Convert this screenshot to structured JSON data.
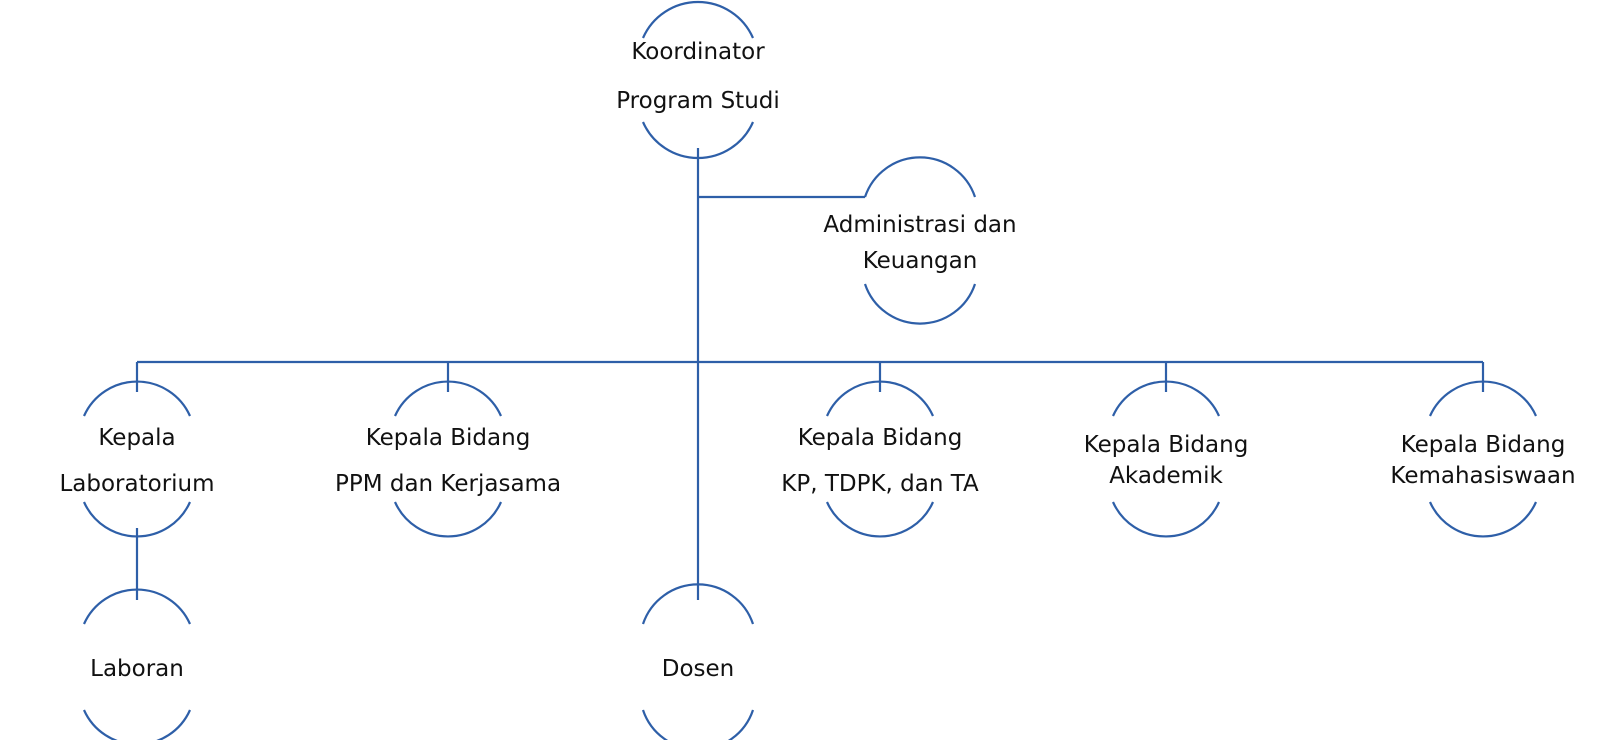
{
  "line_color": "#2E5FA8",
  "arc_color": "#2E5FA8",
  "text_color": "#111111",
  "nodes": {
    "koordinator": {
      "line1": "Koordinator",
      "line2": "Program Studi"
    },
    "administrasi": {
      "line1": "Administrasi dan",
      "line2": "Keuangan"
    },
    "lab": {
      "line1": "Kepala",
      "line2": "Laboratorium"
    },
    "ppm": {
      "line1": "Kepala Bidang",
      "line2": "PPM dan Kerjasama"
    },
    "kp": {
      "line1": "Kepala Bidang",
      "line2": "KP, TDPK, dan TA"
    },
    "akademik": {
      "line1": "Kepala Bidang",
      "line2": "Akademik"
    },
    "kemahasiswaan": {
      "line1": "Kepala Bidang",
      "line2": "Kemahasiswaan"
    },
    "laboran": {
      "line1": "Laboran"
    },
    "dosen": {
      "line1": "Dosen"
    }
  }
}
